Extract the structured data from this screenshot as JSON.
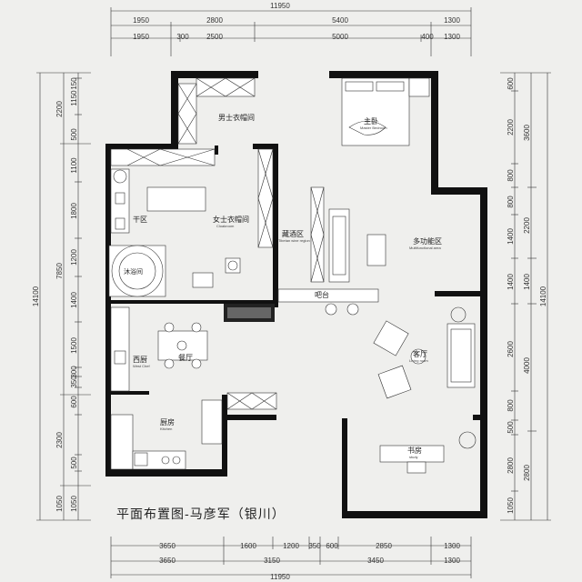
{
  "title": "平面布置图-马彦军（银川）",
  "top_dims": {
    "total": "11950",
    "row1": [
      "1950",
      "2800",
      "5400",
      "1300"
    ],
    "row2": [
      "1950",
      "300",
      "2500",
      "5000",
      "400",
      "1300"
    ]
  },
  "bottom_dims": {
    "total": "11950",
    "row1": [
      "3650",
      "1600",
      "1200",
      "350",
      "600",
      "2850",
      "1300"
    ],
    "row2": [
      "3650",
      "3150",
      "3450",
      "1300"
    ]
  },
  "left_dims": {
    "total": "14100",
    "outer": [
      "2200",
      "7850",
      "2300",
      "1050"
    ],
    "inner": [
      "150",
      "1150",
      "500",
      "1100",
      "1800",
      "1200",
      "1400",
      "1500",
      "300",
      "350",
      "600",
      "500",
      "1050"
    ]
  },
  "right_dims": {
    "total": "14100",
    "outer": [
      "3600",
      "2200",
      "1400",
      "4000",
      "2800"
    ],
    "inner": [
      "600",
      "2200",
      "800",
      "800",
      "1400",
      "1400",
      "2600",
      "800",
      "500",
      "2800",
      "1050"
    ]
  },
  "rooms": {
    "men_cloak": "男士衣帽间",
    "master": "主卧",
    "master_en": "Master Bedroom",
    "dry": "干区",
    "women_cloak": "女士衣帽间",
    "women_en": "Cloakroom",
    "wine": "藏酒区",
    "wine_en": "Tibetan wine region",
    "multi": "多功能区",
    "multi_en": "Multifunctional area",
    "shower": "沐浴间",
    "bar": "吧台",
    "west": "西厨",
    "west_en": "West Chef",
    "dining": "餐厅",
    "living": "客厅",
    "living_en": "Living room",
    "kitchen": "厨房",
    "kitchen_en": "Kitchen",
    "study": "书房",
    "study_en": "study"
  }
}
